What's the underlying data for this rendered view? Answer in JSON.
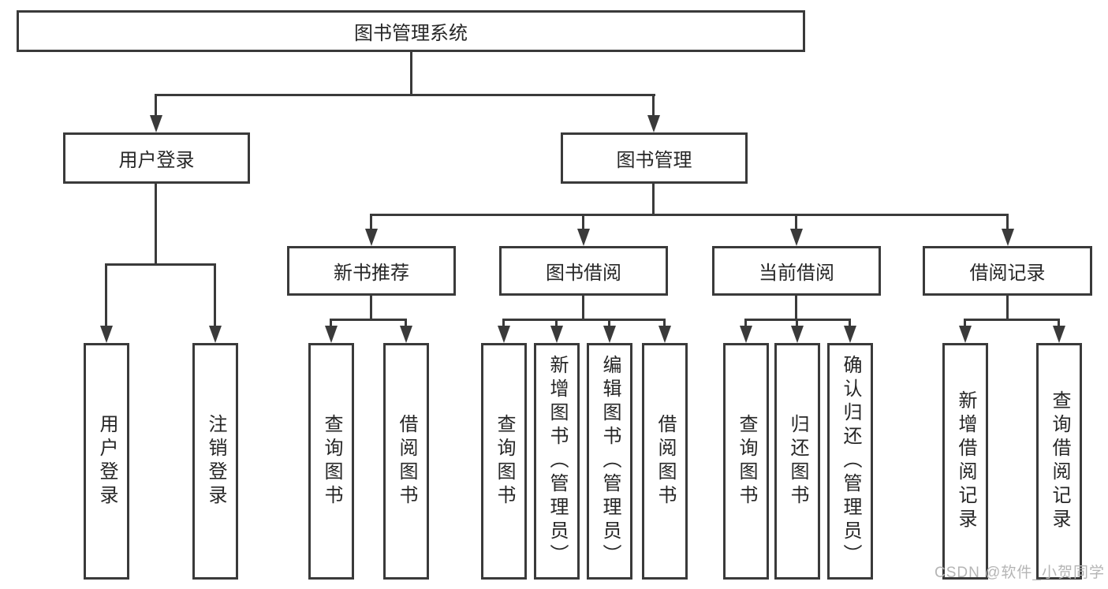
{
  "diagram": {
    "title_node": {
      "label": "图书管理系统"
    },
    "level2": [
      {
        "label": "用户登录"
      },
      {
        "label": "图书管理"
      }
    ],
    "level3": [
      {
        "label": "新书推荐"
      },
      {
        "label": "图书借阅"
      },
      {
        "label": "当前借阅"
      },
      {
        "label": "借阅记录"
      }
    ],
    "leaves": {
      "user_login": [
        "用户登录",
        "注销登录"
      ],
      "new_book": [
        "查询图书",
        "借阅图书"
      ],
      "book_borrow": [
        "查询图书",
        "新增图书（管理员）",
        "编辑图书（管理员）",
        "借阅图书"
      ],
      "current_borrow": [
        "查询图书",
        "归还图书",
        "确认归还（管理员）"
      ],
      "borrow_record": [
        "新增借阅记录",
        "查询借阅记录"
      ]
    }
  },
  "watermark": {
    "text": "CSDN @软件_小贺同学"
  },
  "colors": {
    "line": "#3a3a3a",
    "text": "#262626",
    "watermark": "#b5b5b5",
    "background": "#ffffff"
  }
}
